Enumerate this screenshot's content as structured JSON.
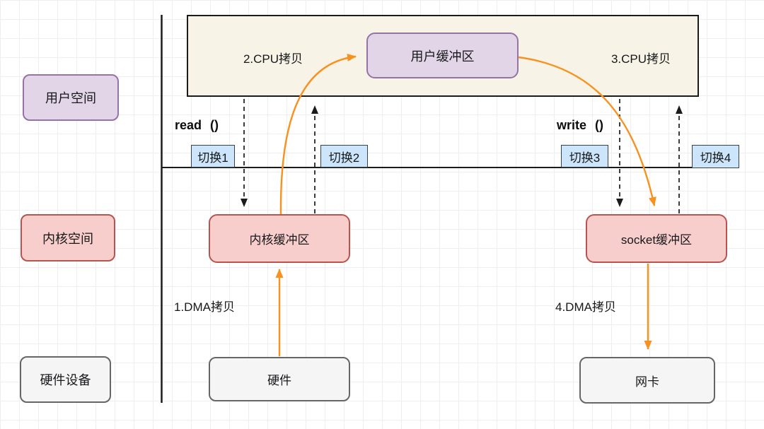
{
  "diagram": {
    "row_labels": {
      "user_space": "用户空间",
      "kernel_space": "内核空间",
      "hardware_device": "硬件设备"
    },
    "nodes": {
      "user_buffer": "用户缓冲区",
      "kernel_buffer": "内核缓冲区",
      "socket_buffer": "socket缓冲区",
      "hardware": "硬件",
      "nic": "网卡"
    },
    "switches": {
      "s1": "切换1",
      "s2": "切换2",
      "s3": "切换3",
      "s4": "切换4"
    },
    "annotations": {
      "cpu_copy_2": "2.CPU拷贝",
      "cpu_copy_3": "3.CPU拷贝",
      "dma_copy_1": "1.DMA拷贝",
      "dma_copy_4": "4.DMA拷贝",
      "read_call": "read ()",
      "write_call": "write ()"
    },
    "colors": {
      "arrow_orange": "#F9911E",
      "dashed_arrow_black": "#1B1B1B",
      "boundary_line_black": "#1B1B1B",
      "user_space_container_fill": "#F7F3E7",
      "purple_fill": "#E1D5E7",
      "purple_stroke": "#9673A6",
      "red_fill": "#F8CECC",
      "red_stroke": "#B85450",
      "blue_fill": "#CCE5FA",
      "blue_stroke": "#36434E",
      "gray_fill": "#F5F5F5",
      "gray_stroke": "#666666"
    }
  }
}
